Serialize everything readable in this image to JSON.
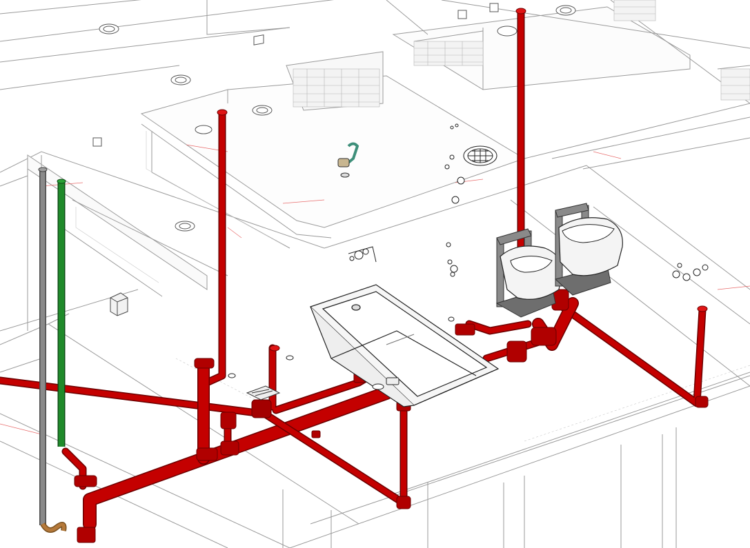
{
  "scene": {
    "kind": "isometric plumbing model",
    "background": "#ffffff",
    "colors": {
      "drain_pipe": "#c40000",
      "drain_pipe_dark": "#8a0000",
      "vent_pipe_green": "#1f8a2a",
      "vent_pipe_grey": "#8a8a8a",
      "fixture_fill": "#f4f4f4",
      "fixture_stroke": "#222222",
      "bracket": "#7a7a7a",
      "wall_line": "#9a9a9a",
      "grid_red": "#e86a6a",
      "trap_orange": "#b5793a"
    },
    "fixtures": [
      {
        "name": "bathtub"
      },
      {
        "name": "bidet"
      },
      {
        "name": "wall-hung-toilet"
      },
      {
        "name": "floor-drain"
      },
      {
        "name": "mixer-tap"
      }
    ]
  }
}
